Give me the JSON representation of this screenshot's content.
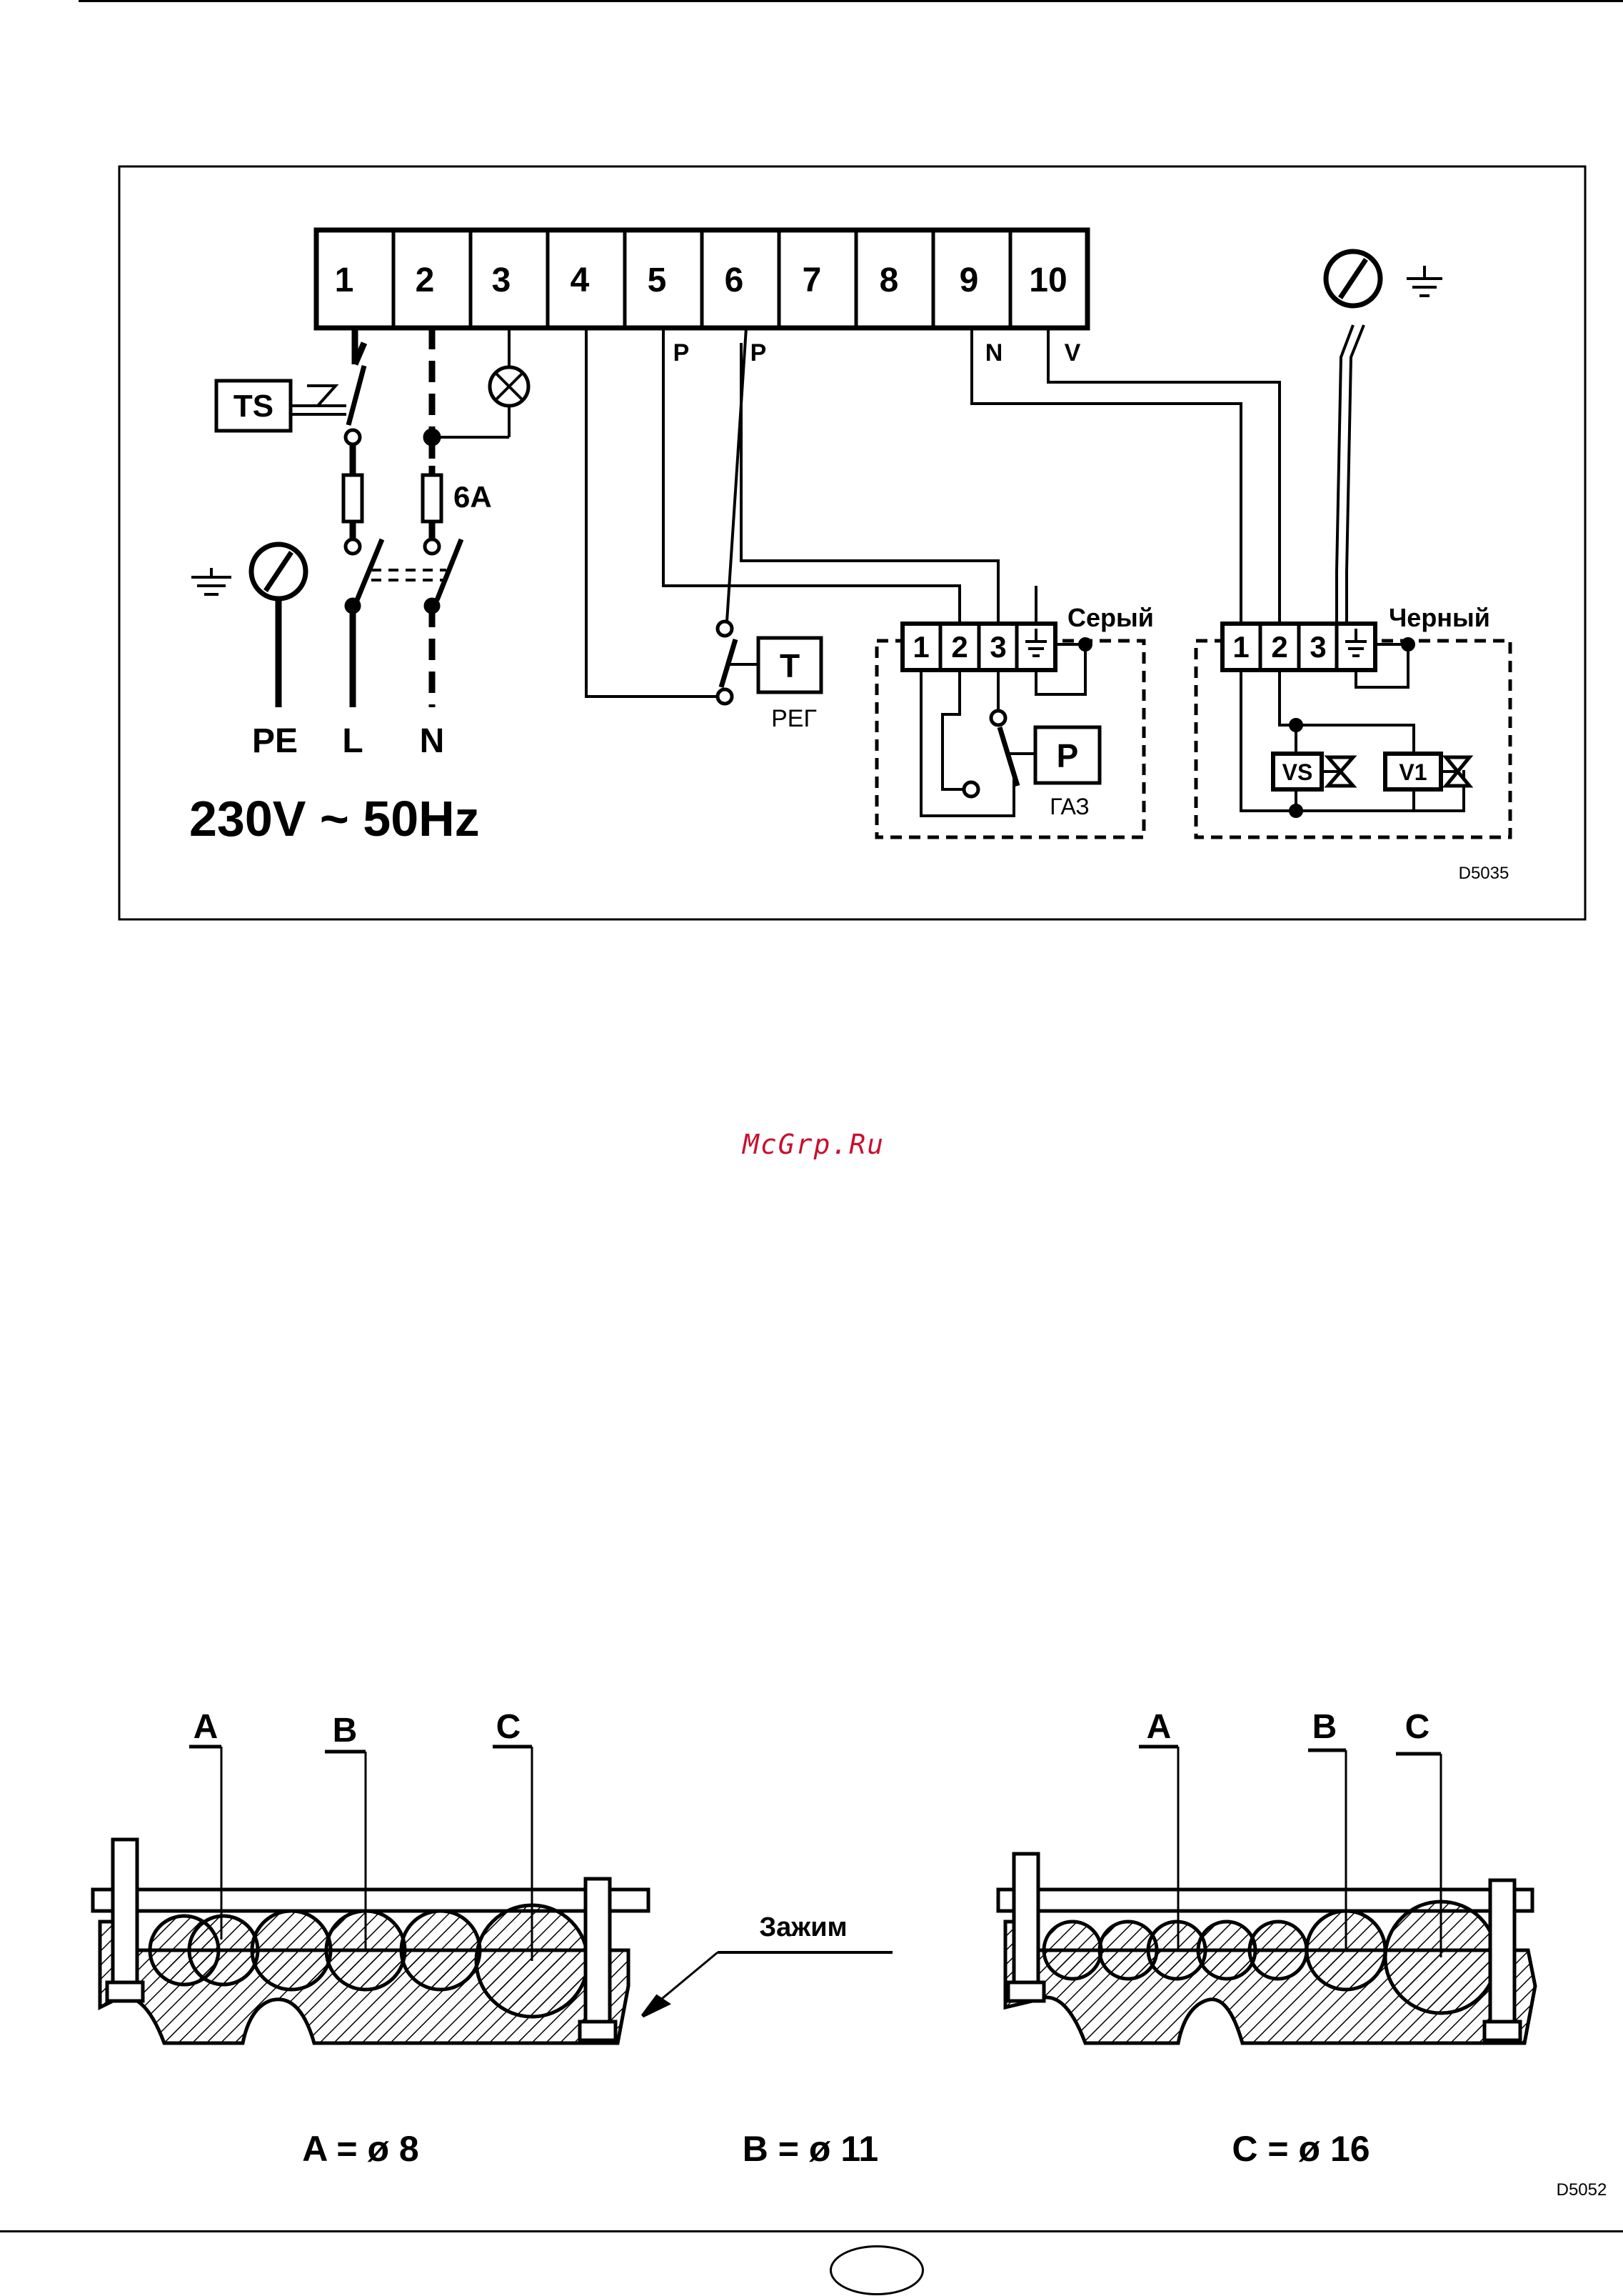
{
  "watermark": "McGrp.Ru",
  "wiring": {
    "terminals": [
      "1",
      "2",
      "3",
      "4",
      "5",
      "6",
      "7",
      "8",
      "9",
      "10"
    ],
    "wire_labels": {
      "p1": "P",
      "p2": "P",
      "n": "N",
      "v": "V"
    },
    "ts": "TS",
    "fuse": "6A",
    "mains": {
      "pe": "PE",
      "l": "L",
      "n": "N"
    },
    "supply": "230V ~ 50Hz",
    "thermostat": {
      "box": "T",
      "label": "РЕГ"
    },
    "gas_pressure": {
      "box": "P",
      "label": "ГАЗ",
      "connector": "Серый",
      "pins": [
        "1",
        "2",
        "3"
      ]
    },
    "valves": {
      "connector": "Черный",
      "pins": [
        "1",
        "2",
        "3"
      ],
      "vs": "VS",
      "v1": "V1"
    },
    "code": "D5035"
  },
  "clamps": {
    "left_labels": [
      "A",
      "B",
      "C"
    ],
    "right_labels": [
      "A",
      "B",
      "C"
    ],
    "clamp_label": "Зажим",
    "dims": [
      "A = ø 8",
      "B = ø 11",
      "C = ø 16"
    ],
    "code": "D5052"
  },
  "colors": {
    "line": "#000000",
    "watermark": "#c8102e"
  }
}
